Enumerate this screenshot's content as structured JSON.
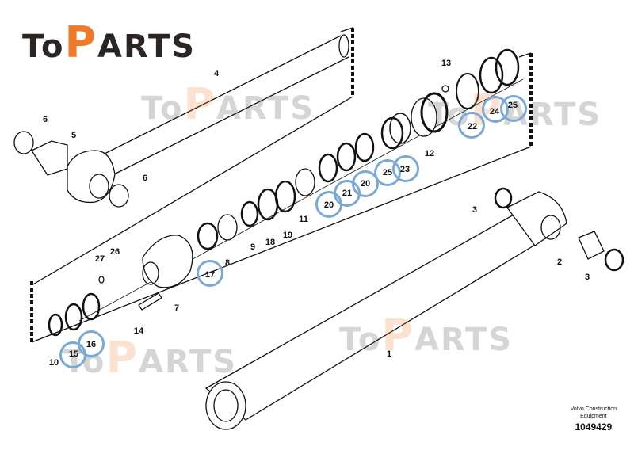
{
  "logo": {
    "pre": "To",
    "accent": "P",
    "post": "ARTS",
    "accent_color": "#f07a2a",
    "text_color": "#2b2523"
  },
  "watermark": {
    "pre": "To",
    "accent": "P",
    "post": "ARTS"
  },
  "labels": {
    "l4": "4",
    "l6a": "6",
    "l5": "5",
    "l6b": "6",
    "l13": "13",
    "l25a": "25",
    "l24": "24",
    "l22": "22",
    "l12": "12",
    "l23": "23",
    "l25b": "25",
    "l20a": "20",
    "l21": "21",
    "l20b": "20",
    "l11": "11",
    "l19": "19",
    "l18": "18",
    "l9": "9",
    "l8": "8",
    "l17": "17",
    "l26": "26",
    "l27": "27",
    "l7": "7",
    "l14": "14",
    "l16": "16",
    "l15": "15",
    "l10": "10",
    "l1": "1",
    "l3a": "3",
    "l2": "2",
    "l3b": "3"
  },
  "highlight_color": "#7aa9d6",
  "footer": {
    "maker_line1": "Volvo Construction",
    "maker_line2": "Equipment",
    "drawing_number": "1049429"
  }
}
